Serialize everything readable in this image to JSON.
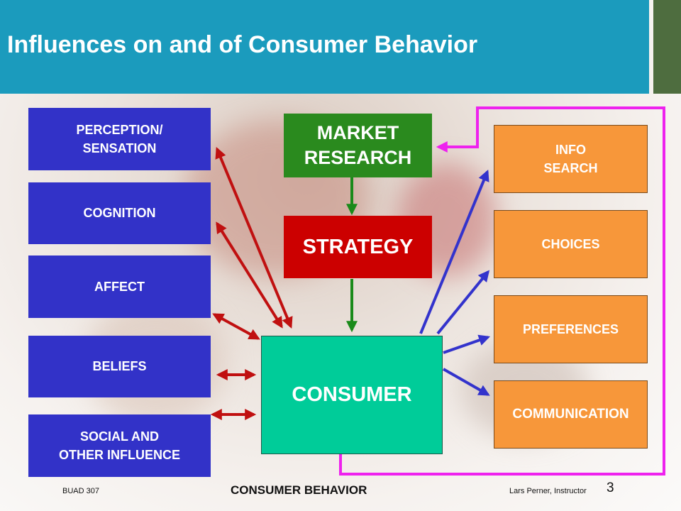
{
  "title": "Influences on and of Consumer Behavior",
  "colors": {
    "header": "#1b9bbd",
    "header_accent": "#4e6d3f",
    "influence_box": "#3232c8",
    "market_research": "#2a8a1e",
    "strategy": "#cc0000",
    "consumer": "#00cc99",
    "outcome_box": "#f7973a",
    "red_arrow": "#c01010",
    "green_arrow": "#1a8a1a",
    "blue_arrow": "#3333cc",
    "feedback_loop": "#ee22ee"
  },
  "influences": [
    {
      "label": "PERCEPTION/\nSENSATION"
    },
    {
      "label": "COGNITION"
    },
    {
      "label": "AFFECT"
    },
    {
      "label": "BELIEFS"
    },
    {
      "label": "SOCIAL AND\nOTHER INFLUENCE"
    }
  ],
  "center": {
    "market_research": "MARKET\nRESEARCH",
    "strategy": "STRATEGY",
    "consumer": "CONSUMER"
  },
  "outcomes": [
    {
      "label": "INFO\nSEARCH"
    },
    {
      "label": "CHOICES"
    },
    {
      "label": "PREFERENCES"
    },
    {
      "label": "COMMUNICATION"
    }
  ],
  "footer": {
    "course": "BUAD 307",
    "subject": "CONSUMER BEHAVIOR",
    "instructor": "Lars Perner, Instructor",
    "page": "3"
  }
}
